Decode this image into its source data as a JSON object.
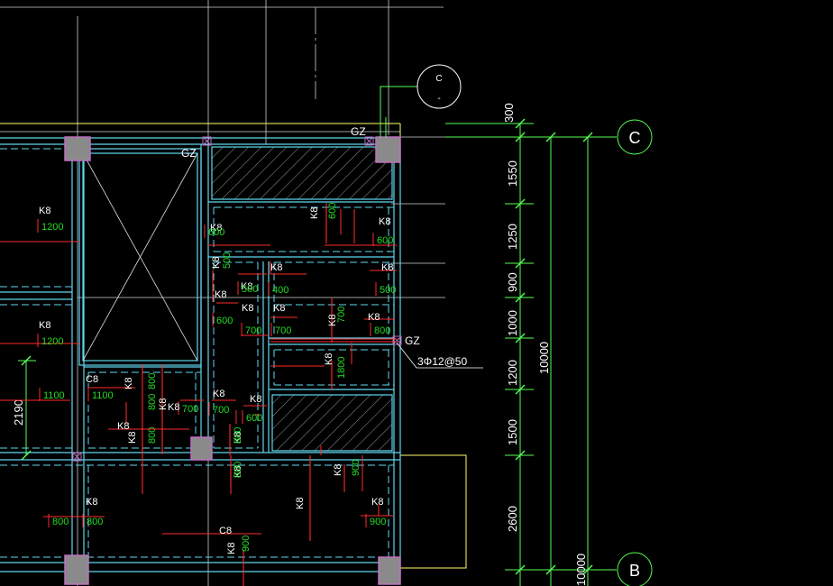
{
  "colors": {
    "background": "#000000",
    "cyan": "#5fd7f0",
    "red": "#ff2a2a",
    "green": "#22dd22",
    "white": "#ffffff",
    "yellow": "#ffff66",
    "magenta": "#c070c0",
    "grey": "#8a8a8a",
    "axis": "#55ff55"
  },
  "axis_labels": {
    "c_top": "C",
    "c_top_sub": "-",
    "c_right": "C",
    "b_right": "B"
  },
  "gz_labels": {
    "top": "GZ",
    "shaft": "GZ",
    "right": "GZ"
  },
  "rebar_note": "3Φ12@50",
  "dimensions": {
    "d300": "300",
    "d1550": "1550",
    "d1250": "1250",
    "d900": "900",
    "d1000": "1000",
    "d1200": "1200",
    "d1500": "1500",
    "d2600": "2600",
    "total": "10000",
    "total_bottom": "10000",
    "left_2190": "2190"
  },
  "slab_marks": [
    {
      "code": "K8",
      "value": "1200"
    },
    {
      "code": "K8",
      "value": "1200"
    },
    {
      "code": "",
      "value": "1100"
    },
    {
      "code": "C8",
      "value": "1100"
    },
    {
      "code": "K8",
      "value": "800"
    },
    {
      "code": "K8",
      "value": "800"
    },
    {
      "code": "K8",
      "value": "800"
    },
    {
      "code": "K8",
      "value": "800"
    },
    {
      "code": "K8",
      "value": "700"
    },
    {
      "code": "K8",
      "value": "700"
    },
    {
      "code": "K8",
      "value": "800"
    },
    {
      "code": "K8",
      "value": "800"
    },
    {
      "code": "K8",
      "value": "600"
    },
    {
      "code": "K8",
      "value": "600"
    },
    {
      "code": "K8",
      "value": "600"
    },
    {
      "code": "K8",
      "value": "500"
    },
    {
      "code": "K8",
      "value": "500"
    },
    {
      "code": "K8",
      "value": "400"
    },
    {
      "code": "K8",
      "value": "500"
    },
    {
      "code": "K8",
      "value": "600"
    },
    {
      "code": "K8",
      "value": "600"
    },
    {
      "code": "K8",
      "value": "700"
    },
    {
      "code": "K8",
      "value": "700"
    },
    {
      "code": "K8",
      "value": "700"
    },
    {
      "code": "K8",
      "value": "800"
    },
    {
      "code": "K8",
      "value": "1800"
    },
    {
      "code": "K8",
      "value": "900"
    },
    {
      "code": "K8",
      "value": "900"
    },
    {
      "code": "K8",
      "value": "800"
    },
    {
      "code": "K8",
      "value": "800"
    },
    {
      "code": "K8",
      "value": "900"
    },
    {
      "code": "C8",
      "value": "900"
    },
    {
      "code": "K8",
      "value": "800"
    }
  ]
}
